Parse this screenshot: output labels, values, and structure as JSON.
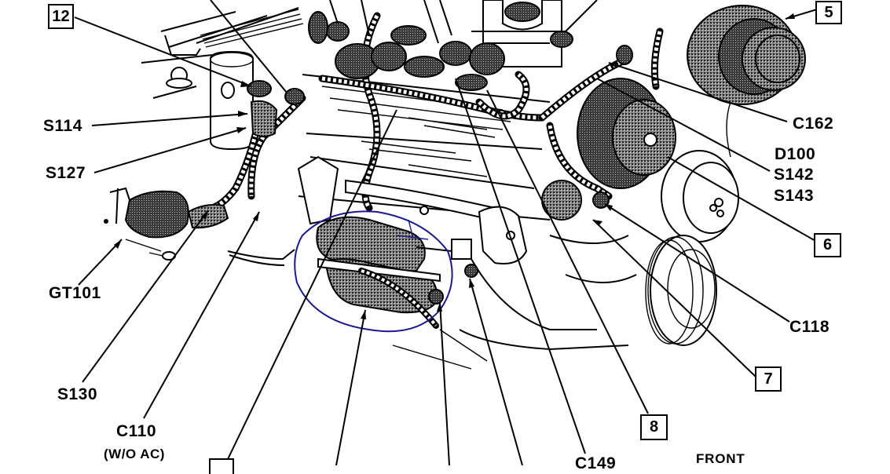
{
  "diagram": {
    "title": "Engine harness component locator",
    "annotation_color": "#1a1a8c",
    "ink_color": "#000000",
    "background": "#ffffff"
  },
  "callouts": {
    "boxed": [
      {
        "id": "12",
        "label": "12"
      },
      {
        "id": "5",
        "label": "5"
      },
      {
        "id": "6",
        "label": "6"
      },
      {
        "id": "7",
        "label": "7"
      },
      {
        "id": "8",
        "label": "8"
      },
      {
        "id": "partial-bottom-left",
        "label": ""
      }
    ],
    "text": {
      "s114": "S114",
      "s127": "S127",
      "gt101": "GT101",
      "s130": "S130",
      "c110": "C110",
      "c110_note": "(W/O AC)",
      "c162": "C162",
      "d100": "D100",
      "s142": "S142",
      "s143": "S143",
      "c118": "C118",
      "c149": "C149",
      "front": "FRONT"
    }
  },
  "components": {
    "alternator": "alternator",
    "ac_compressor": "ac-compressor",
    "starter_motor": "starter-motor",
    "crank_pulley": "crankshaft-pulley",
    "water_pump_pulley": "water-pump-pulley",
    "distributor": "distributor",
    "wiring_harness": "engine-wiring-harness",
    "ground_connector": "ground-connector-block"
  }
}
